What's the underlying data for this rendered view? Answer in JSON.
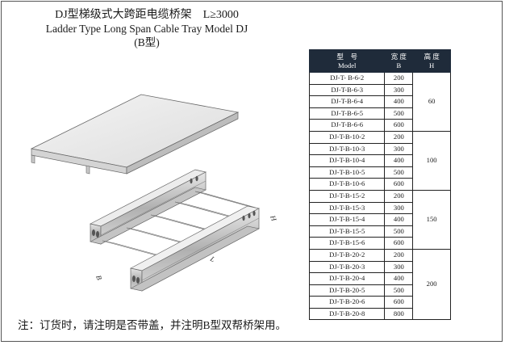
{
  "title": {
    "cn_name": "DJ型梯级式大跨距电缆桥架",
    "cn_condition": "L≥3000",
    "en_line": "Ladder Type Long Span Cable Tray Model DJ",
    "sub": "(B型)"
  },
  "drawing": {
    "label_h": "H",
    "label_l": "L",
    "label_b": "B"
  },
  "note": "注：订货时，请注明是否带盖，并注明B型双帮桥架用。",
  "table": {
    "headers": [
      {
        "cn": "型　号",
        "en": "Model"
      },
      {
        "cn": "宽 度",
        "en": "B"
      },
      {
        "cn": "高 度",
        "en": "H"
      }
    ],
    "groups": [
      {
        "height": "60",
        "rows": [
          {
            "model": "DJ-T- B-6-2",
            "width": "200"
          },
          {
            "model": "DJ-T-B-6-3",
            "width": "300"
          },
          {
            "model": "DJ-T-B-6-4",
            "width": "400"
          },
          {
            "model": "DJ-T-B-6-5",
            "width": "500"
          },
          {
            "model": "DJ-T-B-6-6",
            "width": "600"
          }
        ]
      },
      {
        "height": "100",
        "rows": [
          {
            "model": "DJ-T-B-10-2",
            "width": "200"
          },
          {
            "model": "DJ-T-B-10-3",
            "width": "300"
          },
          {
            "model": "DJ-T-B-10-4",
            "width": "400"
          },
          {
            "model": "DJ-T-B-10-5",
            "width": "500"
          },
          {
            "model": "DJ-T-B-10-6",
            "width": "600"
          }
        ]
      },
      {
        "height": "150",
        "rows": [
          {
            "model": "DJ-T-B-15-2",
            "width": "200"
          },
          {
            "model": "DJ-T-B-15-3",
            "width": "300"
          },
          {
            "model": "DJ-T-B-15-4",
            "width": "400"
          },
          {
            "model": "DJ-T-B-15-5",
            "width": "500"
          },
          {
            "model": "DJ-T-B-15-6",
            "width": "600"
          }
        ]
      },
      {
        "height": "200",
        "rows": [
          {
            "model": "DJ-T-B-20-2",
            "width": "200"
          },
          {
            "model": "DJ-T-B-20-3",
            "width": "300"
          },
          {
            "model": "DJ-T-B-20-4",
            "width": "400"
          },
          {
            "model": "DJ-T-B-20-5",
            "width": "500"
          },
          {
            "model": "DJ-T-B-20-6",
            "width": "600"
          },
          {
            "model": "DJ-T-B-20-8",
            "width": "800"
          }
        ]
      }
    ]
  }
}
